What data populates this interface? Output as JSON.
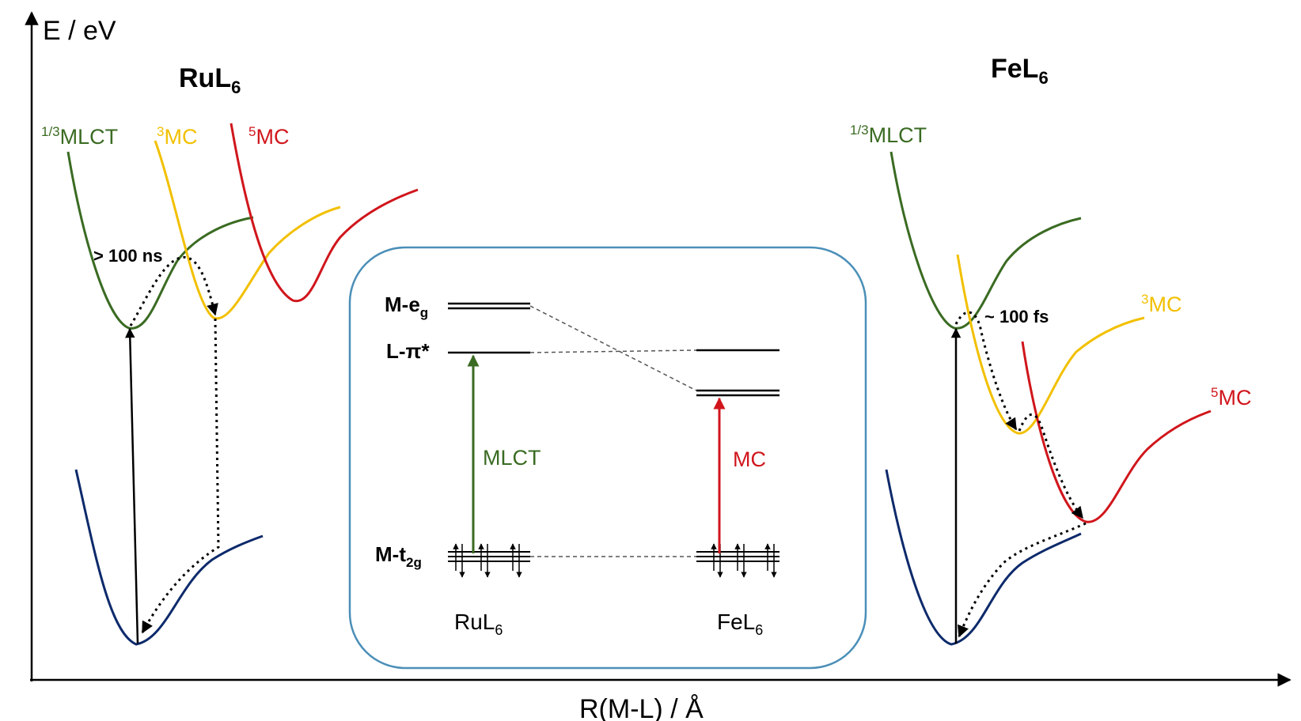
{
  "axes": {
    "y_label": "E / eV",
    "x_label": "R(M-L) / Å"
  },
  "ru_panel": {
    "title_main": "RuL",
    "title_sub": "6",
    "state_mlct_sup": "1/3",
    "state_mlct": "MLCT",
    "state_3mc_sup": "3",
    "state_3mc": "MC",
    "state_5mc_sup": "5",
    "state_5mc": "MC",
    "lifetime": "> 100 ns"
  },
  "fe_panel": {
    "title_main": "FeL",
    "title_sub": "6",
    "state_mlct_sup": "1/3",
    "state_mlct": "MLCT",
    "state_3mc_sup": "3",
    "state_3mc": "MC",
    "state_5mc_sup": "5",
    "state_5mc": "MC",
    "lifetime": "~ 100 fs"
  },
  "inset": {
    "level_eg_main": "M-e",
    "level_eg_sub": "g",
    "level_pi": "L-π*",
    "level_t2g_main": "M-t",
    "level_t2g_sub": "2g",
    "transition_mlct": "MLCT",
    "transition_mc": "MC",
    "ru_label_main": "RuL",
    "ru_label_sub": "6",
    "fe_label_main": "FeL",
    "fe_label_sub": "6"
  },
  "colors": {
    "mlct": "#3a6b22",
    "mc3": "#f2c000",
    "mc5": "#d0161c",
    "ground": "#0d2a6b",
    "inset_border": "#4b8fb8"
  }
}
